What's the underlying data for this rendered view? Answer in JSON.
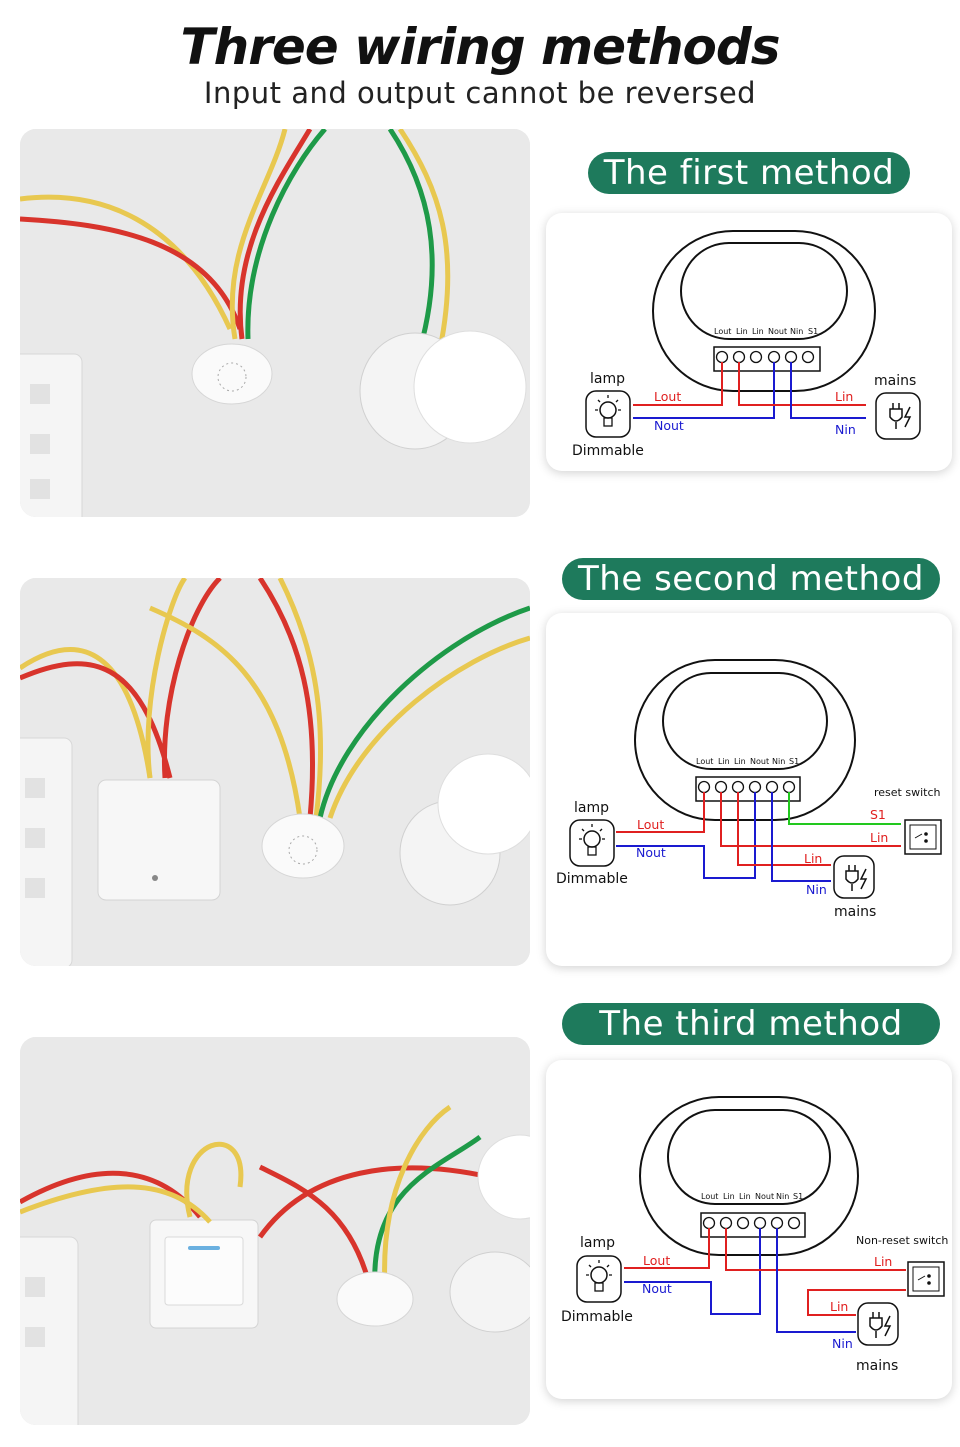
{
  "header": {
    "title": "Three wiring methods",
    "subtitle": "Input and output cannot be reversed"
  },
  "colors": {
    "pill_green": "#1e7a5c",
    "wire_red": "#e02020",
    "wire_blue": "#1a1ad0",
    "wire_green": "#22c81e",
    "cable_yellow": "#e8c850",
    "cable_red": "#d8342c",
    "cable_green": "#1e9a48"
  },
  "terminal_labels": [
    "Lout",
    "Lin",
    "Lin",
    "Nout",
    "Nin",
    "S1"
  ],
  "methods": [
    {
      "heading": "The first method",
      "lamp_label": "lamp",
      "dimmable_label": "Dimmable",
      "mains_label": "mains",
      "wire_labels": {
        "lout": "Lout",
        "nout": "Nout",
        "lin": "Lin",
        "nin": "Nin"
      }
    },
    {
      "heading": "The second method",
      "lamp_label": "lamp",
      "dimmable_label": "Dimmable",
      "mains_label": "mains",
      "switch_label": "reset switch",
      "wire_labels": {
        "lout": "Lout",
        "nout": "Nout",
        "s1": "S1",
        "lin_switch": "Lin",
        "lin": "Lin",
        "nin": "Nin"
      }
    },
    {
      "heading": "The third method",
      "lamp_label": "lamp",
      "dimmable_label": "Dimmable",
      "mains_label": "mains",
      "switch_label": "Non-reset switch",
      "wire_labels": {
        "lout": "Lout",
        "nout": "Nout",
        "lin_switch": "Lin",
        "lin": "Lin",
        "nin": "Nin"
      }
    }
  ]
}
